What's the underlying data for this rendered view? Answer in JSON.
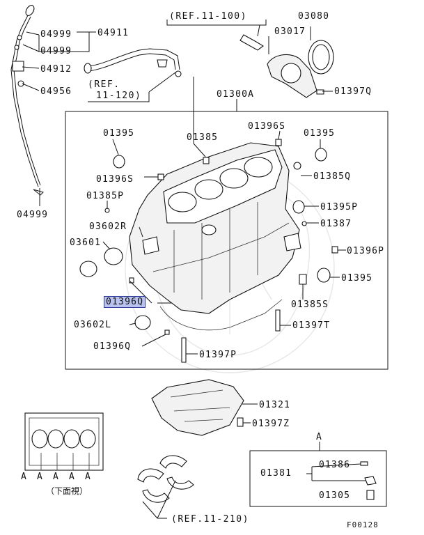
{
  "diagram_id": "F00128",
  "bottom_view_caption": "（下面視）",
  "bottom_view_letters": [
    "A",
    "A",
    "A",
    "A",
    "A"
  ],
  "detail_a_letter": "A",
  "highlighted_part": "01396Q",
  "labels": {
    "p04911": "04911",
    "p04999_a": "04999",
    "p04999_b": "04999",
    "p04912": "04912",
    "p04956": "04956",
    "ref_11_120_l1": "(REF.",
    "ref_11_120_l2": "11-120)",
    "ref_11_100": "(REF.11-100)",
    "p03080": "03080",
    "p03017": "03017",
    "p01397q": "01397Q",
    "p01300a": "01300A",
    "p01395_l": "01395",
    "p01385": "01385",
    "p01396s_top": "01396S",
    "p01395_r": "01395",
    "p01396s_l": "01396S",
    "p01385q": "01385Q",
    "p01385p": "01385P",
    "p01395p": "01395P",
    "p03602r": "03602R",
    "p01387": "01387",
    "p03601": "03601",
    "p01396p": "01396P",
    "p01395_r2": "01395",
    "p01396q": "01396Q",
    "p01385s": "01385S",
    "p03602l": "03602L",
    "p01397t": "01397T",
    "p01396q_b": "01396Q",
    "p01397p": "01397P",
    "p04999_c": "04999",
    "p01321": "01321",
    "p01397z": "01397Z",
    "p01381": "01381",
    "p01386": "01386",
    "p01305": "01305",
    "ref_11_210": "(REF.11-210)",
    "diagram_id": "F00128"
  }
}
